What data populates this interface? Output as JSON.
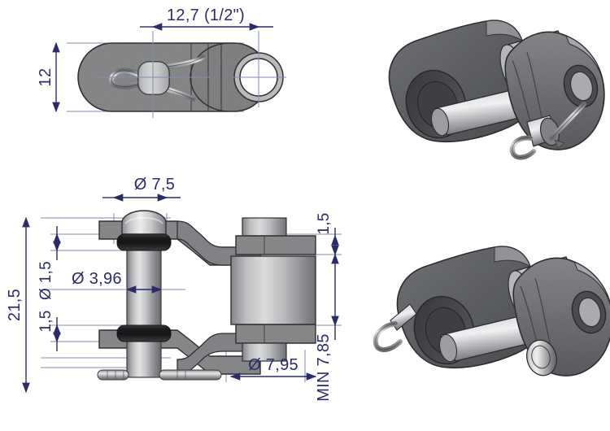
{
  "drawing": {
    "type": "engineering-technical-drawing",
    "subject": "roller chain connecting half link with cotter pin",
    "background_color": "#ffffff",
    "dimension_text_color": "#2b2b6b",
    "dimension_line_color": "#7f7fa8",
    "steel_light_color": "#c9cbcd",
    "steel_dark_color": "#6e7073",
    "plate_color": "#8b8c8e",
    "plate_edge_color": "#3a3b3d",
    "seal_color": "#232426",
    "bore_color": "#ffffff"
  },
  "views": {
    "top_view": {
      "name": "top-view",
      "label": "plan view of link plate with pin head and cotter pin"
    },
    "side_view": {
      "name": "side-view",
      "label": "side section view showing pin, seals, plates and roller"
    },
    "iso_view_upper": {
      "name": "isometric-view-upper",
      "label": "3D isometric view with cotter pin installed"
    },
    "iso_view_lower": {
      "name": "isometric-view-lower",
      "label": "3D isometric view from opposite side"
    }
  },
  "dimensions": {
    "pitch": "12,7  (1/2\")",
    "plate_height": "12",
    "pin_head_diameter": "Ø  7,5",
    "seal_thickness_top": "Ø 1,5",
    "seal_thickness_bottom": "1,5",
    "pin_diameter": "Ø  3,96",
    "roller_diameter": "Ø  7,95",
    "plate_thickness": "1,5",
    "total_length": "21,5",
    "min_inner_width": "MIN 7,85"
  }
}
